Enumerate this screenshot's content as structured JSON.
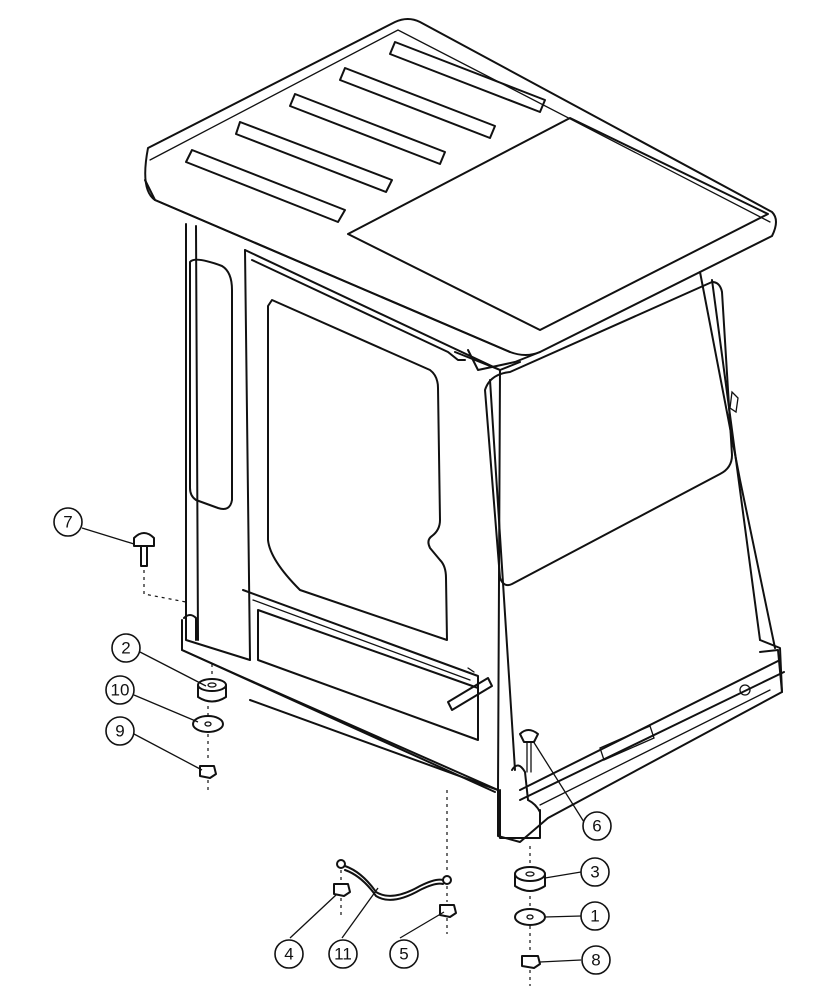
{
  "callouts": [
    {
      "id": "c7",
      "label": "7"
    },
    {
      "id": "c2",
      "label": "2"
    },
    {
      "id": "c10",
      "label": "10"
    },
    {
      "id": "c9",
      "label": "9"
    },
    {
      "id": "c6",
      "label": "6"
    },
    {
      "id": "c3",
      "label": "3"
    },
    {
      "id": "c1",
      "label": "1"
    },
    {
      "id": "c8",
      "label": "8"
    },
    {
      "id": "c4",
      "label": "4"
    },
    {
      "id": "c11",
      "label": "11"
    },
    {
      "id": "c5",
      "label": "5"
    }
  ]
}
